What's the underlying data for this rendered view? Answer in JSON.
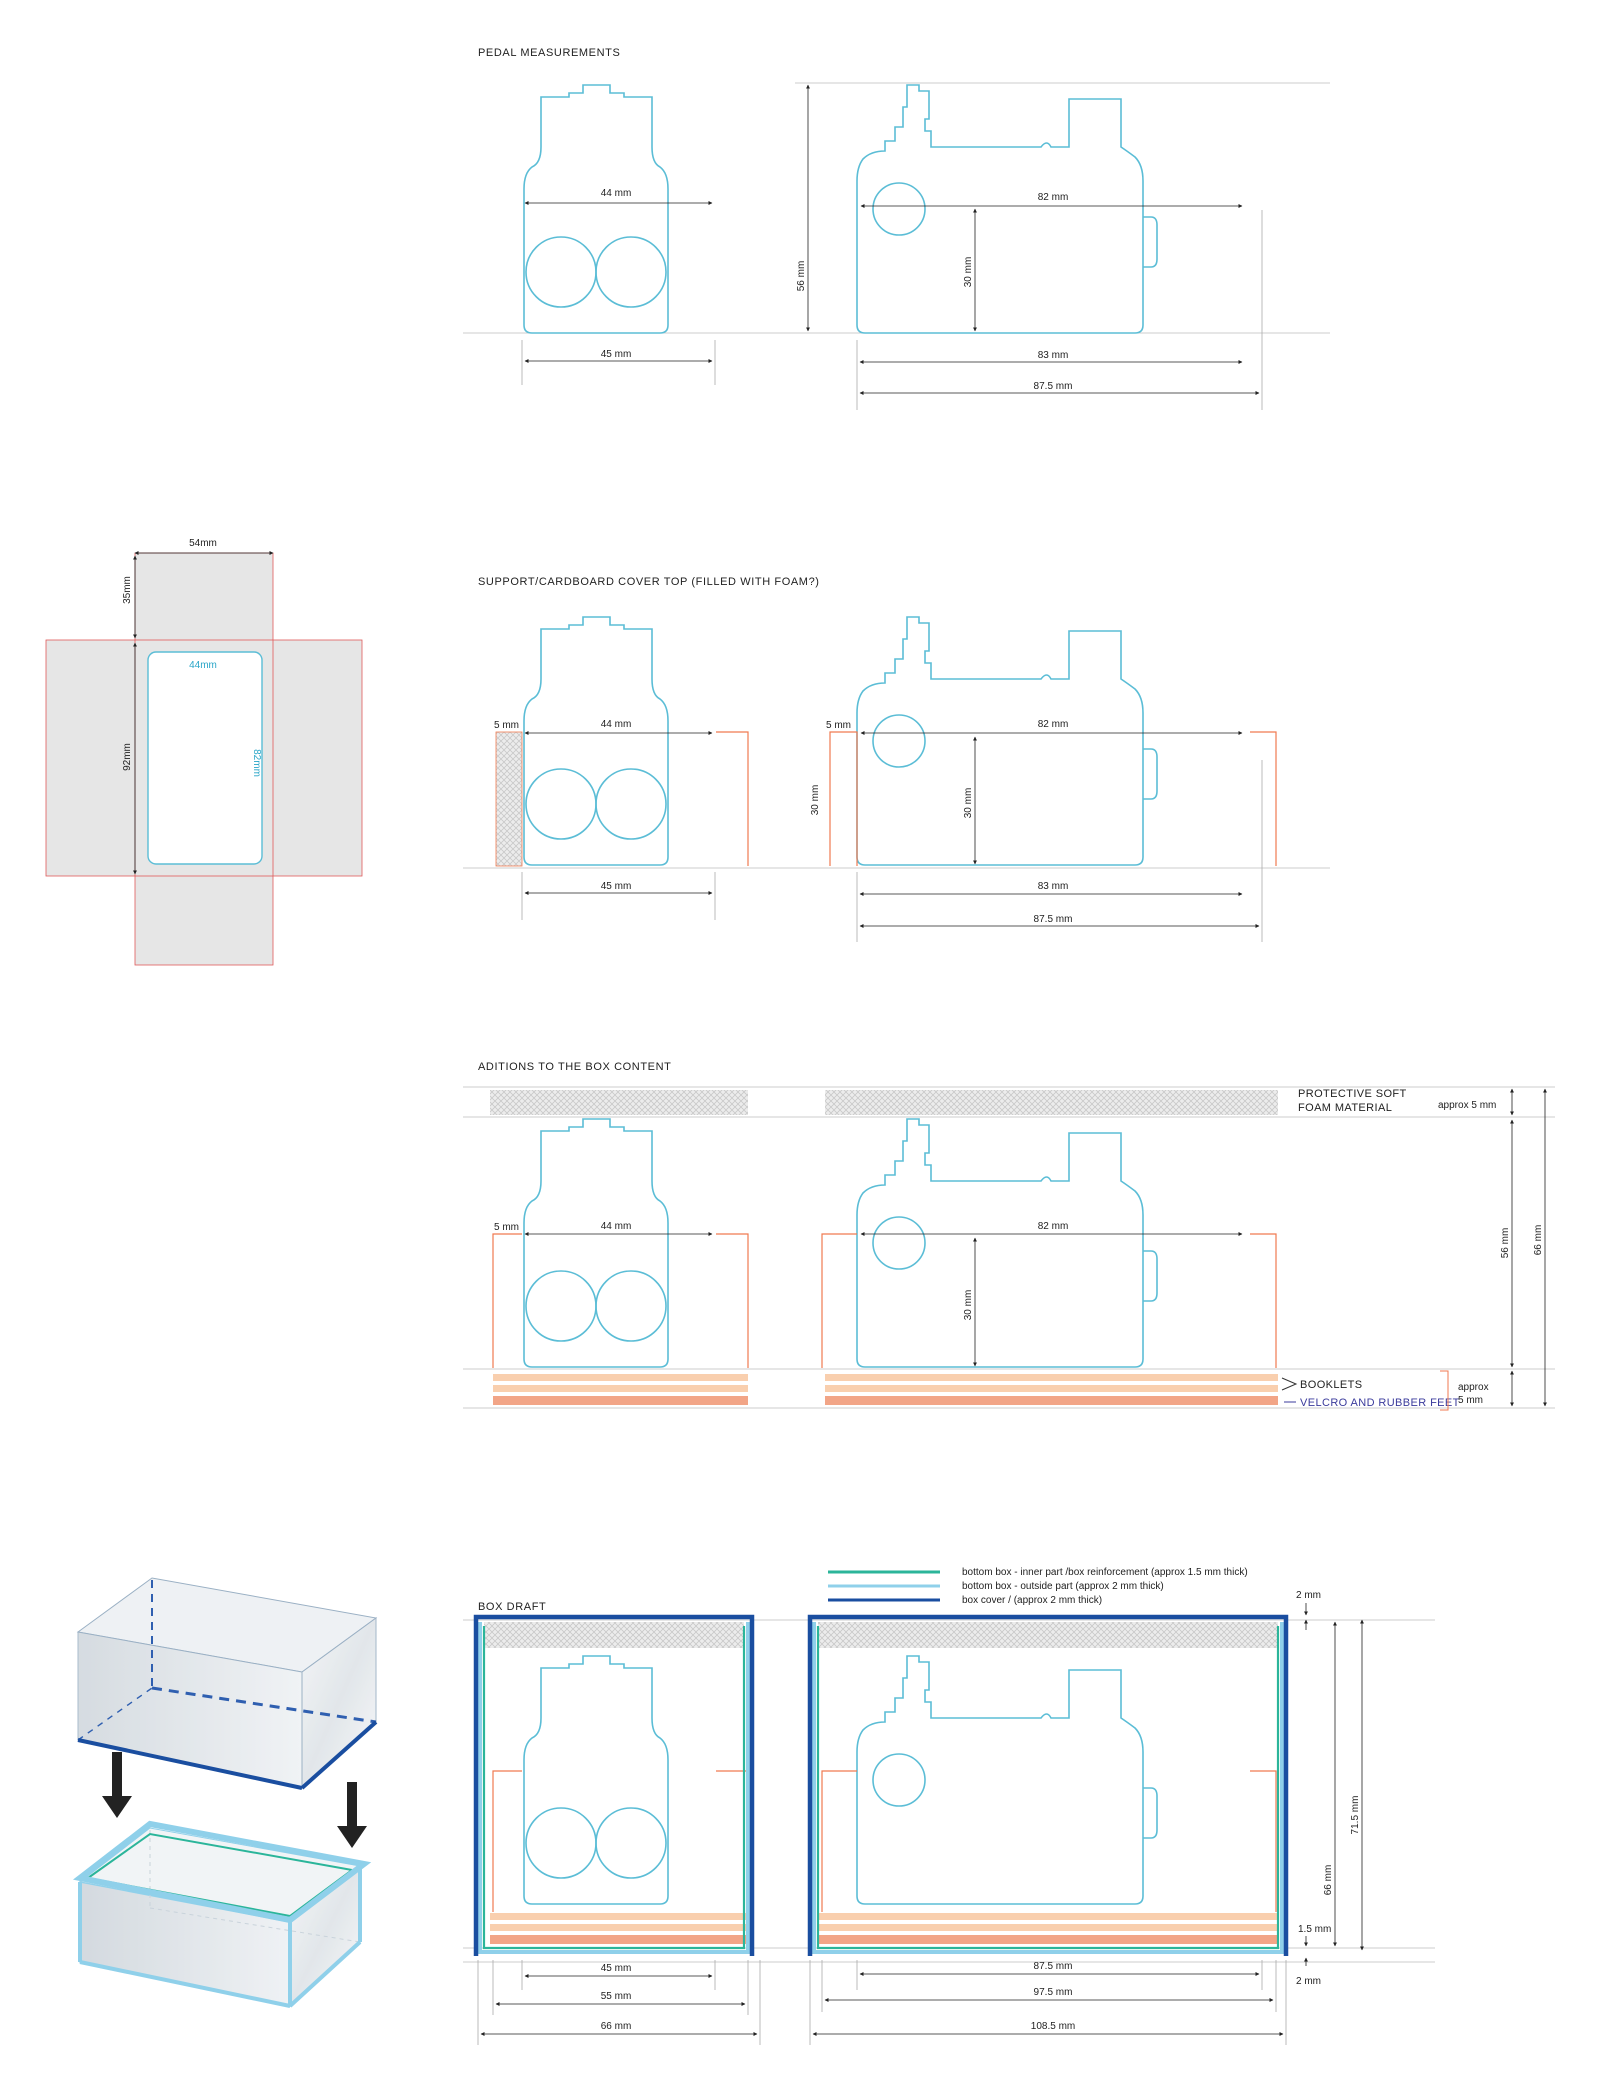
{
  "sections": {
    "pedal_measurements": "PEDAL MEASUREMENTS",
    "support_cover": "SUPPORT/CARDBOARD COVER TOP (FILLED WITH FOAM?)",
    "additions": "ADITIONS TO THE BOX CONTENT",
    "box_draft": "BOX DRAFT"
  },
  "dims": {
    "d44": "44 mm",
    "d45": "45 mm",
    "d56": "56 mm",
    "d82": "82 mm",
    "d30": "30 mm",
    "d83": "83 mm",
    "d875": "87.5 mm",
    "d5": "5 mm",
    "d66": "66 mm",
    "d55": "55 mm",
    "d975": "97.5 mm",
    "d1085": "108.5 mm",
    "d715": "71.5 mm",
    "d2": "2 mm",
    "d15": "1.5 mm",
    "approx5": "approx 5 mm",
    "approx": "approx",
    "approx5b": "5 mm"
  },
  "net": {
    "w54": "54mm",
    "h35": "35mm",
    "h92": "92mm",
    "w44": "44mm",
    "h82": "82mm"
  },
  "labels": {
    "foam1": "PROTECTIVE SOFT",
    "foam2": "FOAM MATERIAL",
    "booklets": "BOOKLETS",
    "velcro": "VELCRO AND RUBBER FEET"
  },
  "legend": {
    "inner": "bottom box - inner part /box reinforcement (approx 1.5 mm thick)",
    "outside": "bottom box - outside part (approx 2 mm thick)",
    "cover": "box cover / (approx 2 mm thick)"
  },
  "colors": {
    "pedal": "#5bbdd6",
    "orange": "#f07a50",
    "inner_green": "#2bb59a",
    "outer_light": "#8fd0ea",
    "cover_blue": "#1a4ea0",
    "booklet": "#f9cfae",
    "velcro": "#f2a587",
    "net_fill": "#e6e6e6",
    "net_line": "#e05a5a"
  },
  "icons": [
    "down-arrow-icon"
  ]
}
